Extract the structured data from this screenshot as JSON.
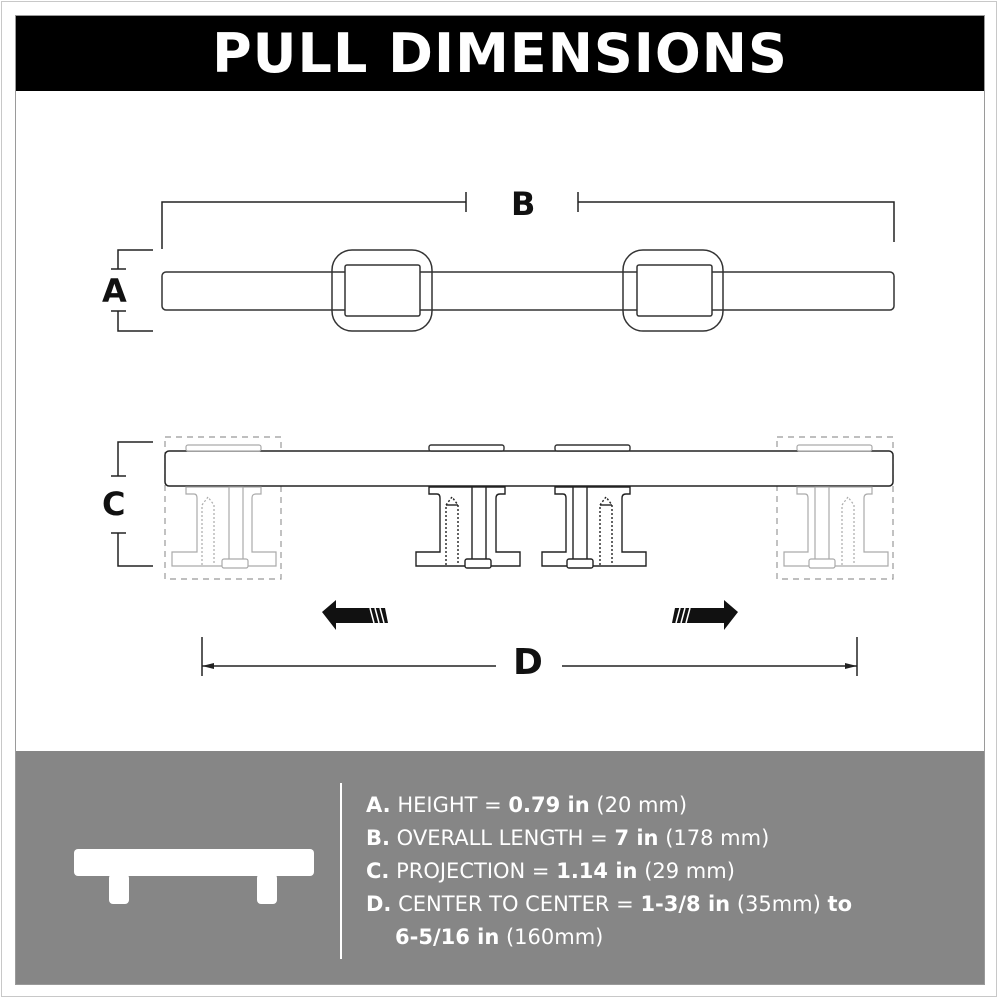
{
  "title": "PULL DIMENSIONS",
  "diagram": {
    "labels": {
      "a": "A",
      "b": "B",
      "c": "C",
      "d": "D"
    },
    "views": [
      "top-view",
      "side-view"
    ],
    "arrows": [
      "left-arrow",
      "right-arrow"
    ]
  },
  "specs": [
    {
      "letter": "A.",
      "name": "HEIGHT =",
      "value": "0.79 in",
      "metric": "(20 mm)"
    },
    {
      "letter": "B.",
      "name": "OVERALL LENGTH =",
      "value": "7 in",
      "metric": "(178 mm)"
    },
    {
      "letter": "C.",
      "name": "PROJECTION =",
      "value": "1.14 in",
      "metric": "(29 mm)"
    },
    {
      "letter": "D.",
      "name": "CENTER TO CENTER =",
      "value": "1-3/8 in",
      "metric": "(35mm)",
      "joiner": "to",
      "value2": "6-5/16 in",
      "metric2": "(160mm)"
    }
  ],
  "colors": {
    "title_bg": "#000000",
    "title_text": "#ffffff",
    "panel_bg": "#868686",
    "panel_text": "#ffffff",
    "line": "#222222",
    "ghost_line": "#9a9a9a"
  }
}
